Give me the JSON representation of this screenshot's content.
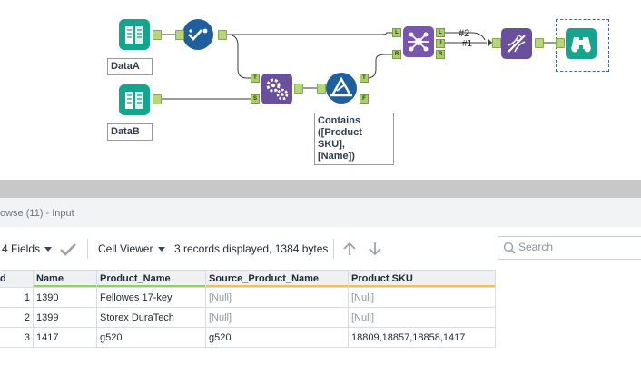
{
  "canvas": {
    "tools": {
      "data_a": {
        "annotation": "DataA"
      },
      "data_b": {
        "annotation": "DataB"
      },
      "filter": {
        "annotation_lines": [
          "Contains",
          "([Product SKU],",
          "[Name])"
        ]
      }
    },
    "anchors": {
      "formula_t": "T",
      "formula_s": "S",
      "filter_t": "T",
      "filter_f": "F",
      "join_l_in": "L",
      "join_r_in": "R",
      "join_l_out": "L",
      "join_j_out": "J",
      "join_r_out": "R"
    },
    "connection_labels": {
      "top": "#2",
      "bottom": "#1"
    }
  },
  "panel": {
    "title": "owse (11) - Input"
  },
  "toolbar": {
    "fields_label": "4 Fields",
    "cell_viewer_label": "Cell Viewer",
    "records_text": "3 records displayed, 1384 bytes",
    "search_placeholder": "Search"
  },
  "table": {
    "columns": [
      {
        "label": "d",
        "underline": ""
      },
      {
        "label": "Name",
        "underline": "#8fd35d"
      },
      {
        "label": "Product_Name",
        "underline": "#8fd35d"
      },
      {
        "label": "Source_Product_Name",
        "underline": "#f2c14e"
      },
      {
        "label": "Product SKU",
        "underline": "#f2c14e"
      }
    ],
    "rows": [
      [
        "1",
        "1390",
        "Fellowes 17-key",
        "[Null]",
        "[Null]"
      ],
      [
        "2",
        "1399",
        "Storex DuraTech",
        "[Null]",
        "[Null]"
      ],
      [
        "3",
        "1417",
        "g520",
        "g520",
        "18809,18857,18858,1417"
      ]
    ]
  },
  "colors": {
    "input_tool": "#14a58c",
    "select_tool": "#1f5f9e",
    "formula_tool": "#6a4f9c",
    "filter_tool": "#1f5f9e",
    "join_tool": "#7a55b0",
    "dna_tool": "#6a4f9c",
    "browse_tool": "#14a58c"
  },
  "icons": {
    "input": "book-icon",
    "select": "checkmark-icon",
    "formula": "gears-icon",
    "filter": "triangle-icon",
    "join": "join-icon",
    "dna": "dna-icon",
    "browse": "binoculars-icon",
    "fields_dropdown": "chevron-down-icon",
    "check": "check-icon",
    "cell_viewer_dropdown": "chevron-down-icon",
    "up": "arrow-up-icon",
    "down": "arrow-down-icon",
    "search": "search-icon"
  }
}
